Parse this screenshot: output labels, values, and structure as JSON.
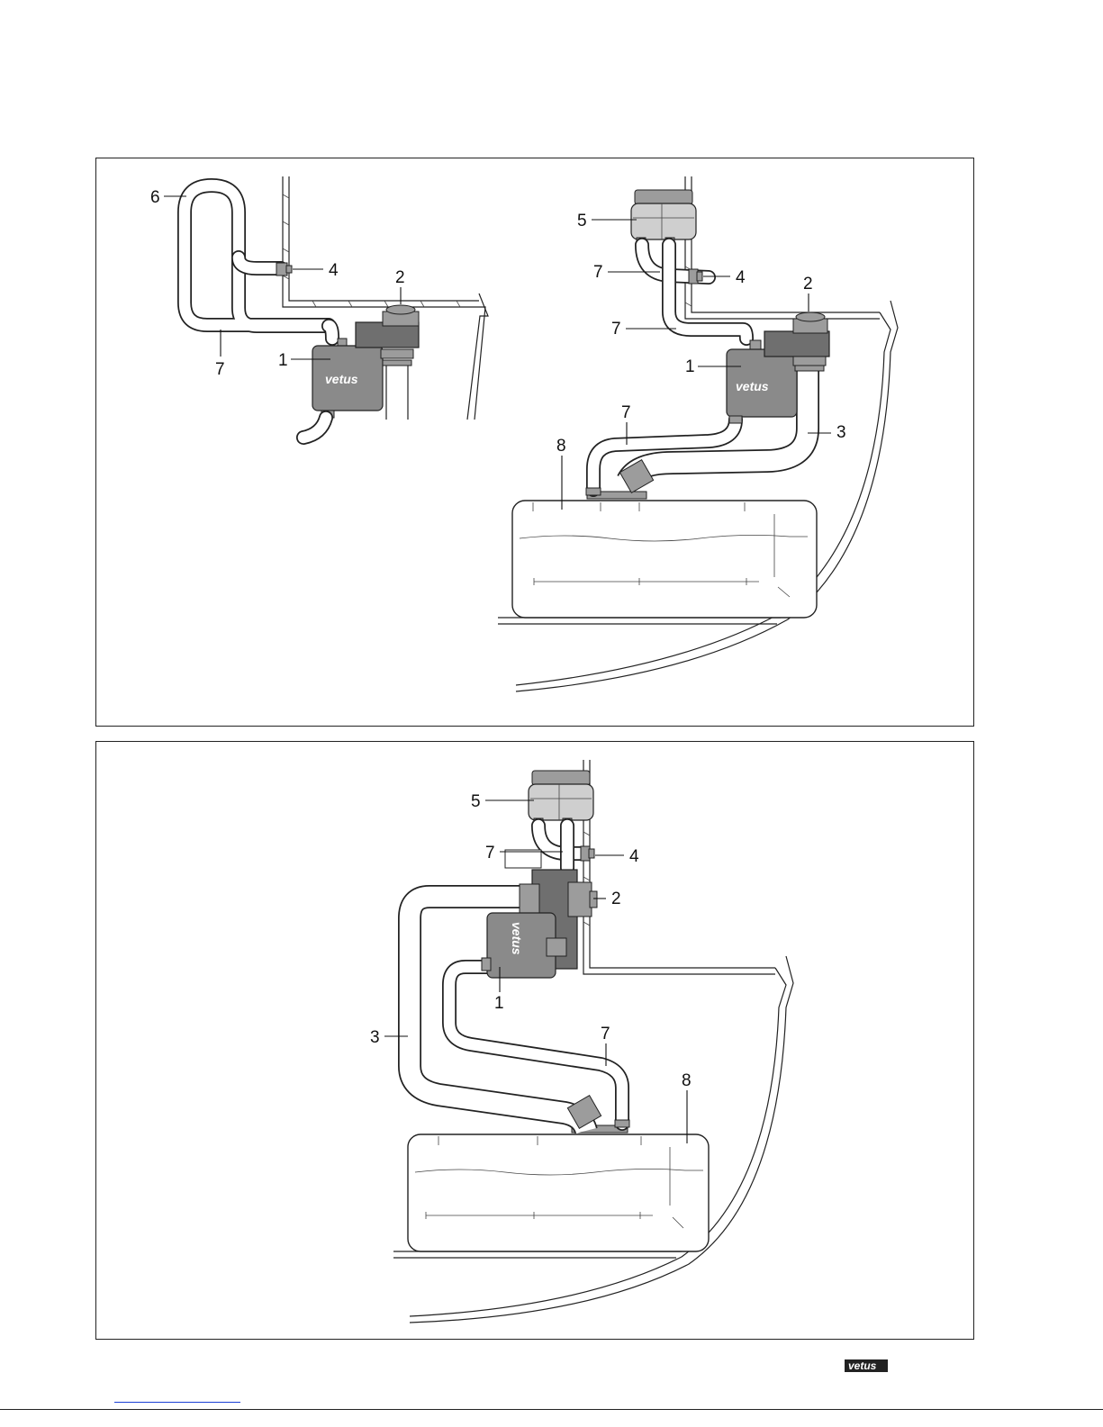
{
  "top_panel": {
    "left_diagram": {
      "labels": {
        "l6": "6",
        "l4": "4",
        "l2": "2",
        "l7": "7",
        "l1": "1"
      }
    },
    "right_diagram": {
      "labels": {
        "l5": "5",
        "l7a": "7",
        "l4": "4",
        "l2": "2",
        "l7b": "7",
        "l1": "1",
        "l7c": "7",
        "l3": "3",
        "l8": "8"
      }
    }
  },
  "bottom_panel": {
    "labels": {
      "l5": "5",
      "l7a": "7",
      "l4": "4",
      "l2": "2",
      "l1": "1",
      "l3": "3",
      "l7b": "7",
      "l8": "8"
    }
  },
  "brand": "vetus",
  "icons": {
    "muffler": "waterlock-muffler-icon",
    "filter": "water-filter-icon",
    "outlet": "exhaust-outlet-icon",
    "tank": "holding-tank-icon"
  },
  "colors": {
    "line": "#222222",
    "fill_grey": "#8a8a8a",
    "link_blue": "#1a3fd6"
  }
}
